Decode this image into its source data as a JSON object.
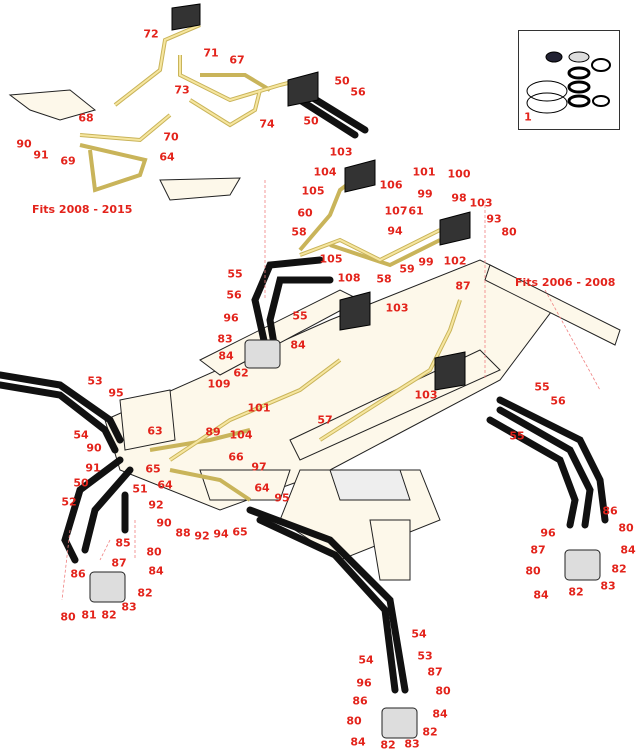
{
  "notes": {
    "fits_2008_2015": "Fits 2008 - 2015",
    "fits_2006_2008": "Fits 2006 - 2008"
  },
  "kit": {
    "label": "1"
  },
  "colors": {
    "callout": "#e3231b",
    "tube": "#f2df8c",
    "frame": "#fdf8ea",
    "hose": "#111111",
    "leader": "#f08080"
  },
  "callouts": [
    "72",
    "71",
    "67",
    "73",
    "50",
    "56",
    "74",
    "50",
    "68",
    "70",
    "90",
    "91",
    "69",
    "64",
    "103",
    "104",
    "105",
    "106",
    "101",
    "100",
    "99",
    "98",
    "103",
    "107",
    "61",
    "60",
    "93",
    "94",
    "80",
    "58",
    "105",
    "99",
    "102",
    "59",
    "108",
    "58",
    "87",
    "55",
    "56",
    "103",
    "55",
    "96",
    "83",
    "84",
    "84",
    "53",
    "95",
    "62",
    "109",
    "101",
    "54",
    "63",
    "89",
    "104",
    "57",
    "103",
    "90",
    "66",
    "91",
    "65",
    "97",
    "50",
    "64",
    "51",
    "64",
    "95",
    "52",
    "92",
    "90",
    "88",
    "92",
    "94",
    "65",
    "85",
    "87",
    "80",
    "86",
    "84",
    "82",
    "83",
    "80",
    "81",
    "82",
    "55",
    "56",
    "55",
    "86",
    "80",
    "96",
    "87",
    "84",
    "80",
    "82",
    "83",
    "84",
    "82",
    "54",
    "53",
    "54",
    "87",
    "96",
    "80",
    "86",
    "84",
    "80",
    "82",
    "84",
    "82",
    "83"
  ]
}
